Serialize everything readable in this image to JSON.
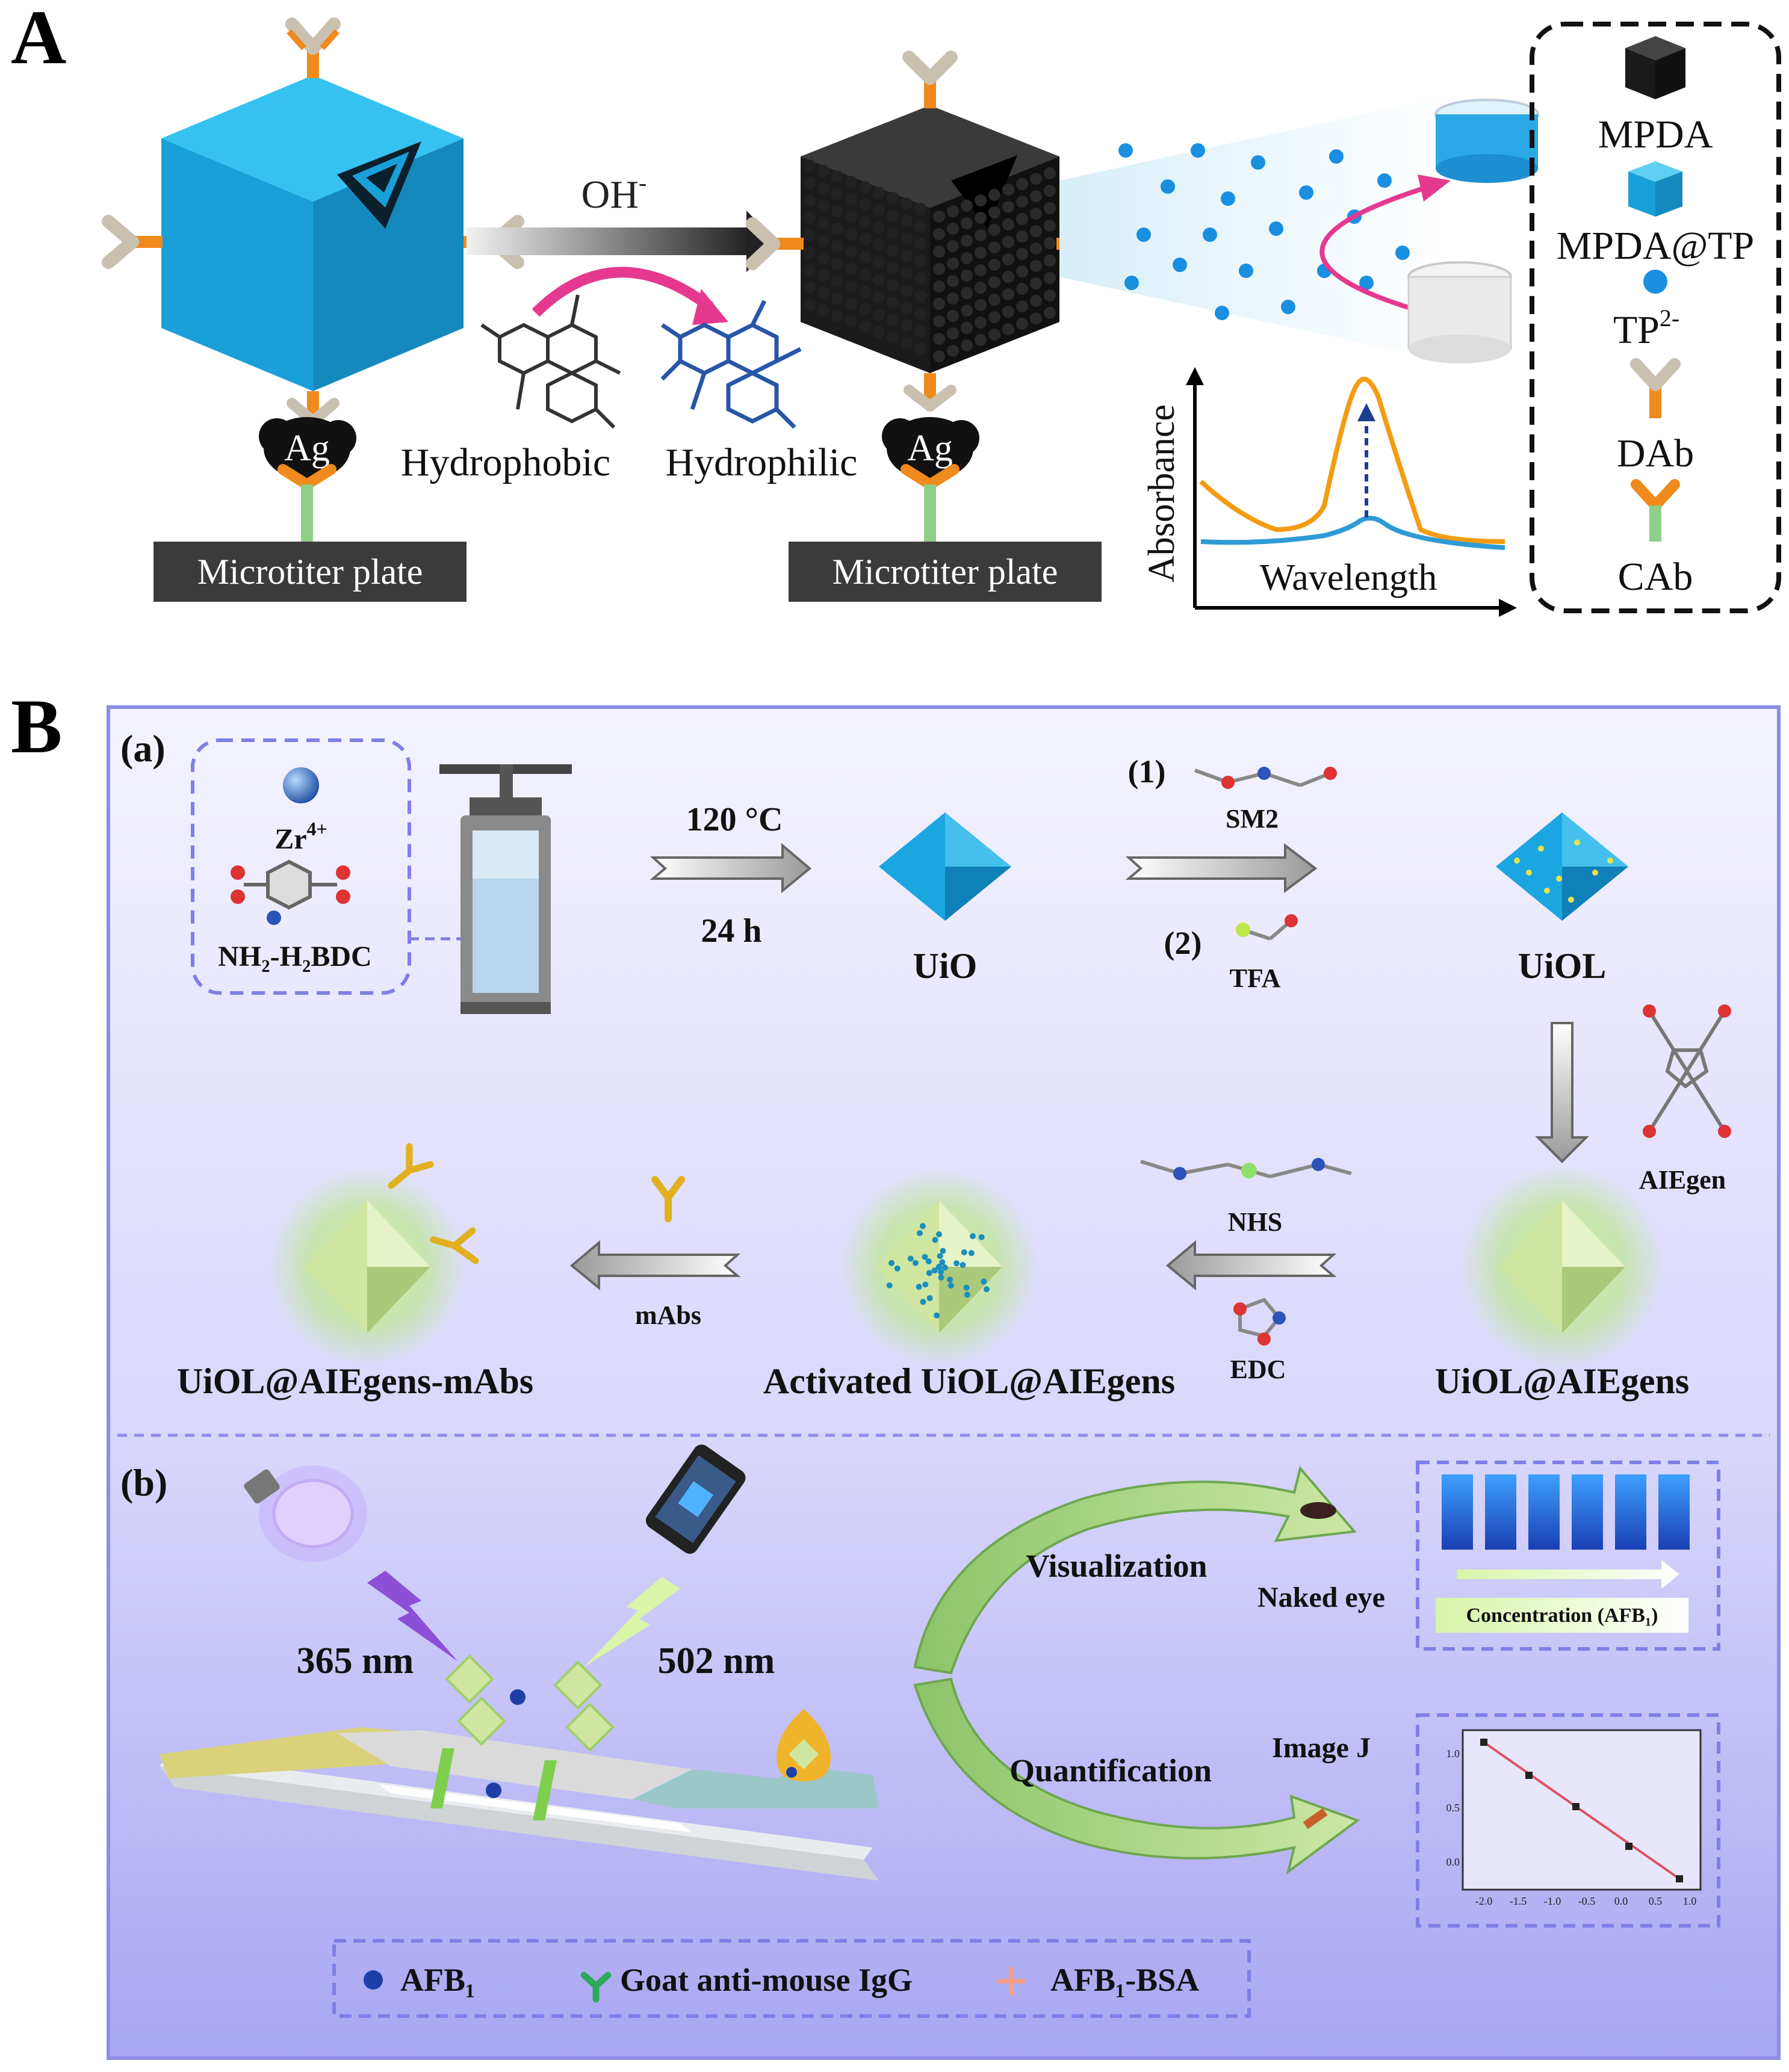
{
  "panelA": {
    "letter": "A",
    "reagent": "OH",
    "reagent_sup": "-",
    "hydrophobic": "Hydrophobic",
    "hydrophilic": "Hydrophilic",
    "antigen": "Ag",
    "plate_left": "Microtiter plate",
    "plate_right": "Microtiter plate",
    "plot_ylabel": "Absorbance",
    "plot_xlabel": "Wavelength",
    "legend": {
      "mpda": "MPDA",
      "mpda_tp": "MPDA@TP",
      "tp": "TP",
      "tp_sup": "2-",
      "dab": "DAb",
      "cab": "CAb"
    }
  },
  "panelB": {
    "letter": "B",
    "sub_a": "(a)",
    "sub_b": "(b)",
    "zr": "Zr",
    "zr_sup": "4+",
    "nh2_bdc": "NH₂-H₂BDC",
    "temp": "120 °C",
    "time": "24 h",
    "uio": "UiO",
    "step1": "(1)",
    "step2": "(2)",
    "sm2": "SM2",
    "tfa": "TFA",
    "uiol": "UiOL",
    "aiegen": "AIEgen",
    "nhs": "NHS",
    "edc": "EDC",
    "mabs": "mAbs",
    "uiol_aiegens": "UiOL@AIEgens",
    "activated": "Activated UiOL@AIEgens",
    "uiol_mabs": "UiOL@AIEgens-mAbs",
    "nm365": "365 nm",
    "nm502": "502 nm",
    "visualization": "Visualization",
    "naked_eye": "Naked eye",
    "quantification": "Quantification",
    "imagej": "Image J",
    "concentration": "Concentration (AFB₁)",
    "legend": {
      "afb1": "AFB₁",
      "igg": "Goat anti-mouse IgG",
      "afb1_bsa": "AFB₁-BSA"
    },
    "plot_xticks": [
      "-2.0",
      "-1.5",
      "-1.0",
      "-0.5",
      "0.0",
      "0.5",
      "1.0"
    ],
    "plot_yticks": [
      "1.0",
      "0.5",
      "0.0"
    ]
  },
  "colors": {
    "mpda_tp_blue": "#19a8e0",
    "mpda_black": "#1a1a1a",
    "antibody_orange": "#f08a1c",
    "panel_b_bg": "#c9c6f5",
    "dashed_purple": "#7f7fe6",
    "curve_orange": "#f39c12",
    "curve_blue": "#2e9bd6",
    "arrow_pink": "#e5398f",
    "green_octahedron": "#cfe6a0"
  }
}
